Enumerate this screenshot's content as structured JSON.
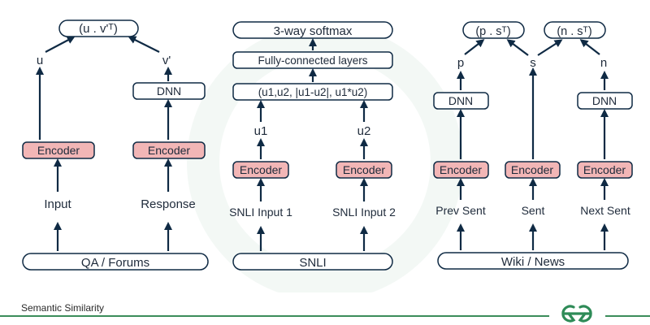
{
  "footer": {
    "caption": "Semantic Similarity"
  },
  "colors": {
    "encoder_fill": "#f2b6b6",
    "stroke": "#0f2a44",
    "brand_green": "#2e8b57",
    "footer_line": "#3b8c5a"
  },
  "panels": [
    {
      "name": "qa",
      "source_label": "QA / Forums",
      "input_a": "Input",
      "input_b": "Response",
      "encoder_label": "Encoder",
      "out_a": "u",
      "out_b": "v'",
      "dnn_label": "DNN",
      "score_label": "(u . v'ᵀ)"
    },
    {
      "name": "snli",
      "source_label": "SNLI",
      "input_a": "SNLI Input 1",
      "input_b": "SNLI Input 2",
      "encoder_label": "Encoder",
      "out_a": "u1",
      "out_b": "u2",
      "combine_label": "(u1,u2, |u1-u2|, u1*u2)",
      "fc_label": "Fully-connected layers",
      "softmax_label": "3-way softmax"
    },
    {
      "name": "wiki",
      "source_label": "Wiki / News",
      "input_a": "Prev Sent",
      "input_b": "Sent",
      "input_c": "Next Sent",
      "encoder_label": "Encoder",
      "dnn_label": "DNN",
      "out_a": "p",
      "out_b": "s",
      "out_c": "n",
      "score_left": "(p . sᵀ)",
      "score_right": "(n . sᵀ)"
    }
  ]
}
